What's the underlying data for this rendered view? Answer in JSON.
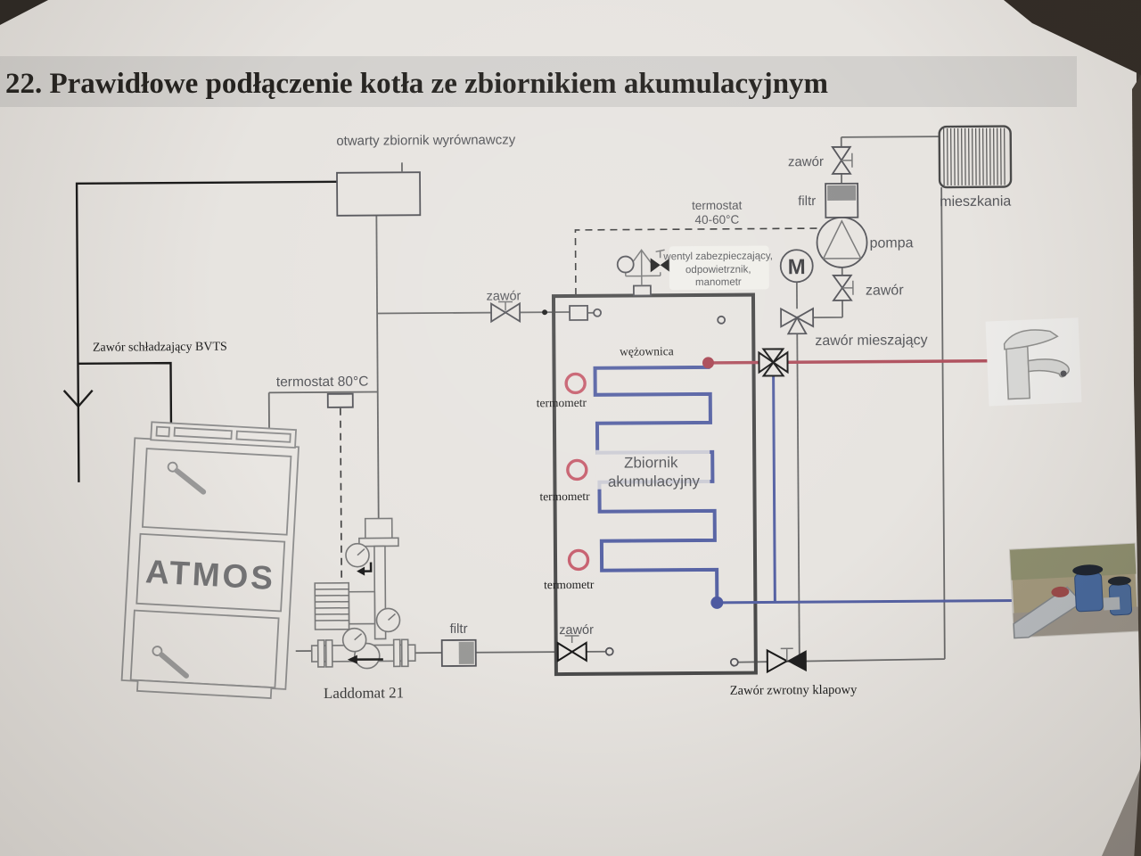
{
  "title": "22. Prawidłowe podłączenie kotła ze zbiornikiem akumulacyjnym",
  "labels": {
    "expansion_tank": "otwarty zbiornik wyrównawczy",
    "bvts_valve": "Zawór schładzający BVTS",
    "thermostat_80": "termostat 80°C",
    "valve": "zawór",
    "thermostat_40_60_l1": "termostat",
    "thermostat_40_60_l2": "40-60°C",
    "safety_l1": "wentyl zabezpieczający,",
    "safety_l2": "odpowietrznik,",
    "safety_l3": "manometr",
    "filter": "filtr",
    "pump": "pompa",
    "motor": "M",
    "mixing_valve": "zawór mieszający",
    "apartments": "mieszkania",
    "coil": "wężownica",
    "thermometer": "termometr",
    "tank_l1": "Zbiornik",
    "tank_l2": "akumulacyjny",
    "boiler_brand": "ATMOS",
    "laddomat": "Laddomat 21",
    "check_valve": "Zawór zwrotny klapowy"
  },
  "colors": {
    "hot_line": "#b0525f",
    "cold_line": "#5561a3",
    "hot_dot": "#a84653",
    "cold_dot": "#4d59a0",
    "thermometer_ring": "#c75f6e",
    "diagram_line": "#6b6b6b",
    "annotation": "#1a1a1a"
  }
}
